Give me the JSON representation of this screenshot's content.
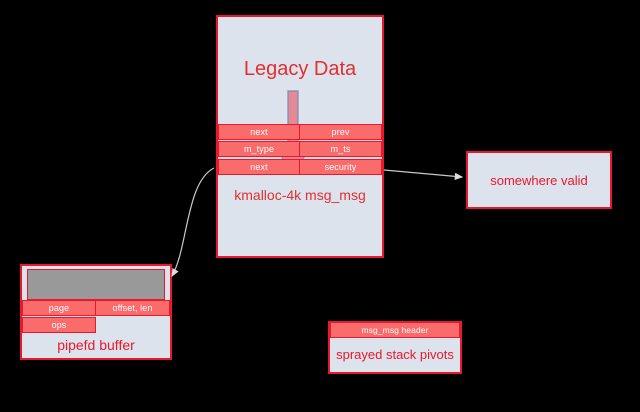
{
  "diagram": {
    "background": "#000000",
    "accent_border": "#e8192c",
    "node_fill": "#dde3ec",
    "field_fill": "#fa6b6b",
    "gray_fill": "#999999",
    "label_color": "#e03030",
    "connector_color": "#c8c8c8"
  },
  "legacy_node": {
    "title": "Legacy Data",
    "footer_label": "kmalloc-4k msg_msg",
    "rows": [
      {
        "left": "next",
        "right": "prev"
      },
      {
        "left": "m_type",
        "right": "m_ts"
      },
      {
        "left": "next",
        "right": "security"
      }
    ],
    "overwrite_arrow": {
      "name": "overwrite-down-arrow",
      "fill": "#e8707d",
      "stroke": "#7a8bb5"
    }
  },
  "valid_node": {
    "label": "somewhere valid"
  },
  "pipe_node": {
    "label": "pipefd buffer",
    "gray_block": "",
    "rows": [
      {
        "left": "page",
        "right": "offset, len"
      },
      {
        "left": "ops",
        "right": ""
      }
    ]
  },
  "spray_node": {
    "header": "msg_msg header",
    "label": "sprayed stack pivots"
  },
  "connectors": [
    {
      "name": "security-to-somewhere-valid",
      "from": "security field",
      "to": "somewhere valid"
    },
    {
      "name": "next-to-pipefd-buffer",
      "from": "next field",
      "to": "pipefd buffer"
    }
  ]
}
